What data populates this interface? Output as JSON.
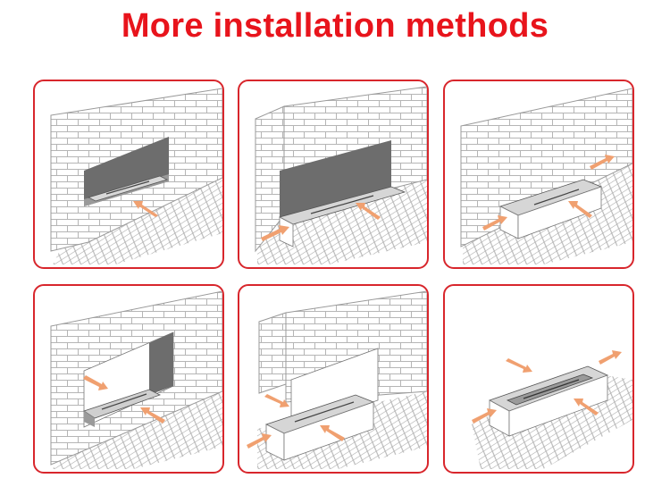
{
  "page": {
    "title": "More installation methods",
    "accent_color": "#e8141c",
    "border_color": "#d8262c",
    "arrow_color": "#f0a070"
  },
  "panels": [
    {
      "id": "wall-recess-single"
    },
    {
      "id": "corner-recess-on-plinth"
    },
    {
      "id": "freestanding-box-against-wall"
    },
    {
      "id": "wall-recess-open-side"
    },
    {
      "id": "corner-open-side-on-plinth"
    },
    {
      "id": "freestanding-box"
    }
  ]
}
